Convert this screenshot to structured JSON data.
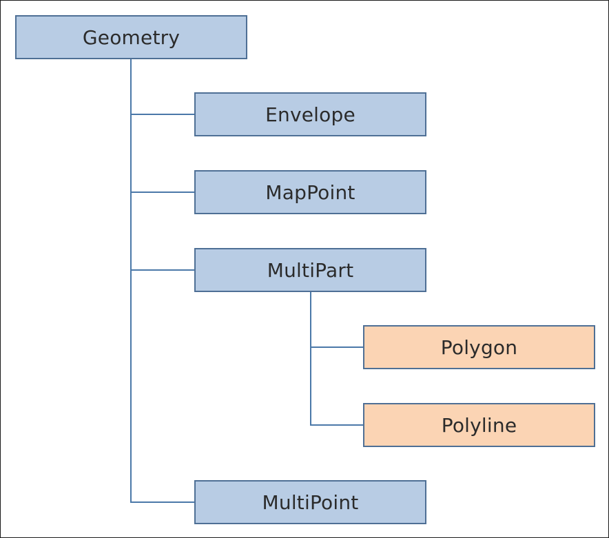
{
  "colors": {
    "class_fill": "#b8cce4",
    "subclass_fill": "#fbd4b4",
    "box_border": "#4e6f95",
    "connector": "#4a78a8"
  },
  "nodes": {
    "geometry": "Geometry",
    "envelope": "Envelope",
    "mappoint": "MapPoint",
    "multipart": "MultiPart",
    "polygon": "Polygon",
    "polyline": "Polyline",
    "multipoint": "MultiPoint"
  },
  "edges": [
    [
      "Geometry",
      "Envelope"
    ],
    [
      "Geometry",
      "MapPoint"
    ],
    [
      "Geometry",
      "MultiPart"
    ],
    [
      "Geometry",
      "MultiPoint"
    ],
    [
      "MultiPart",
      "Polygon"
    ],
    [
      "MultiPart",
      "Polyline"
    ]
  ]
}
